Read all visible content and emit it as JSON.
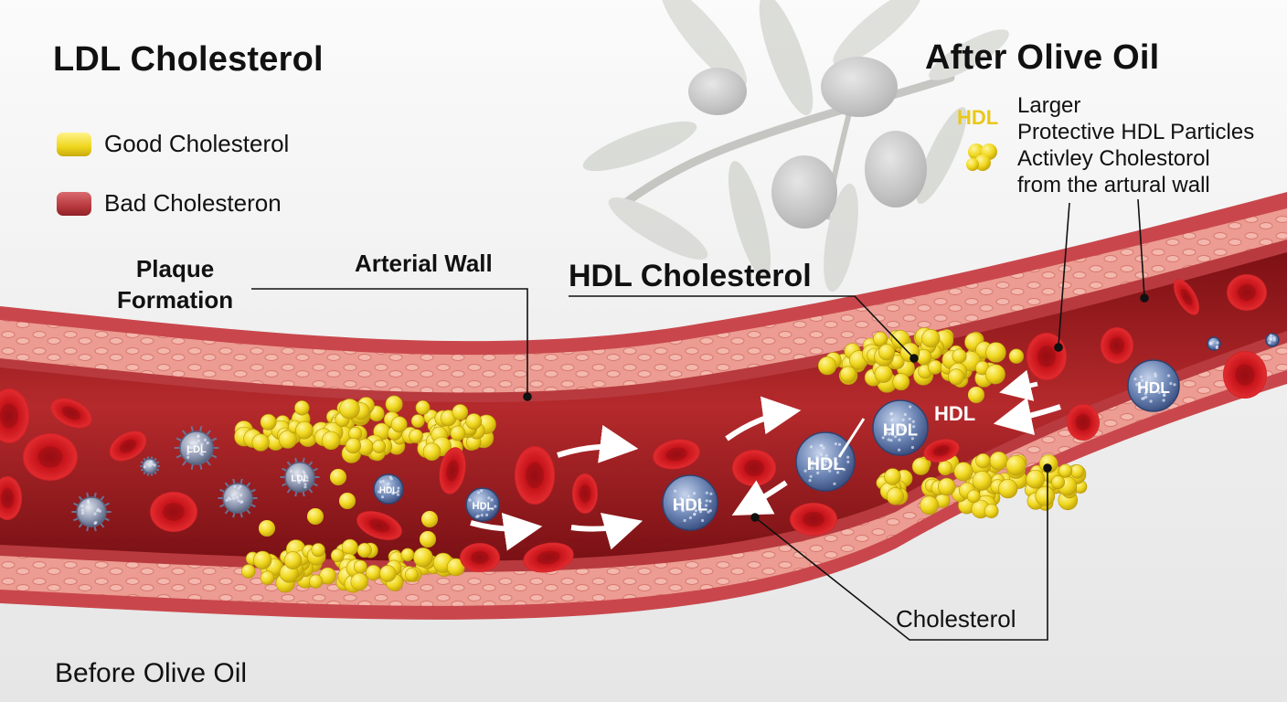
{
  "titles": {
    "ldl_title": "LDL Cholesterol",
    "after_title": "After Olive Oil",
    "before_label": "Before Olive Oil"
  },
  "legend": {
    "items": [
      {
        "label": "Good Cholesterol",
        "color": "#f2dc2e"
      },
      {
        "label": "Bad Cholesteron",
        "color": "#b8393f"
      }
    ]
  },
  "labels": {
    "plaque": "Plaque\nFormation",
    "arterial_wall": "Arterial Wall",
    "hdl_cholesterol": "HDL Cholesterol",
    "cholesterol": "Cholesterol",
    "hdl_flow": "HDL"
  },
  "side_note": {
    "tag": "HDL",
    "lines": [
      "Larger",
      "Protective HDL Particles",
      "Activley Cholestorol",
      "from the artural wall"
    ]
  },
  "particles": {
    "ldl_text": "LDL",
    "hdl_text": "HDL"
  },
  "colors": {
    "artery_outer": "#c9474c",
    "artery_wall": "#e8a29a",
    "lumen": "#a81e22",
    "rbc": "#d0161c",
    "good": "#f2dc2e",
    "hdl_particle": "#6f88b5",
    "ldl_particle": "#9aa6bf",
    "olive_leaf": "#c9cbc4"
  }
}
